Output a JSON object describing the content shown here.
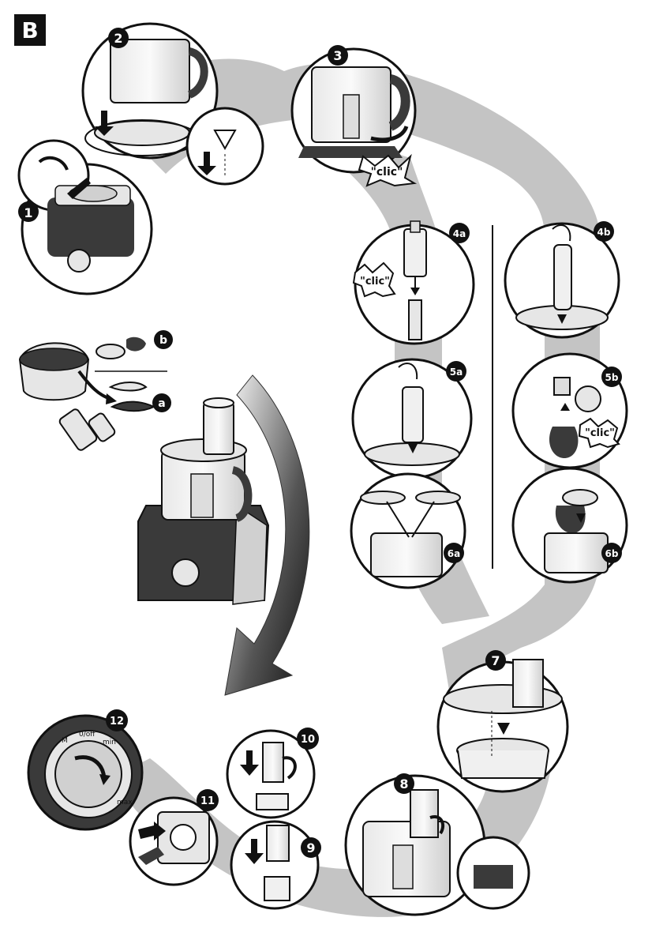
{
  "section_label": "B",
  "steps": {
    "s1": "1",
    "s2": "2",
    "s3": "3",
    "s4a": "4a",
    "s4b": "4b",
    "s5a": "5a",
    "s5b": "5b",
    "s6a": "6a",
    "s6b": "6b",
    "s7": "7",
    "s8": "8",
    "s9": "9",
    "s10": "10",
    "s11": "11",
    "s12": "12"
  },
  "sound_texts": {
    "step3": "\"clic\"",
    "step4a": "\"clic\"",
    "step5b": "\"clic\""
  },
  "accessory_labels": {
    "a": "a",
    "b": "b"
  },
  "dial_labels": {
    "off": "0/off",
    "min": "min",
    "max": "max",
    "m": "M"
  },
  "colors": {
    "path_gray": "#c4c4c4",
    "dark": "#3a3a3a",
    "black": "#111111",
    "light": "#e6e6e6"
  }
}
